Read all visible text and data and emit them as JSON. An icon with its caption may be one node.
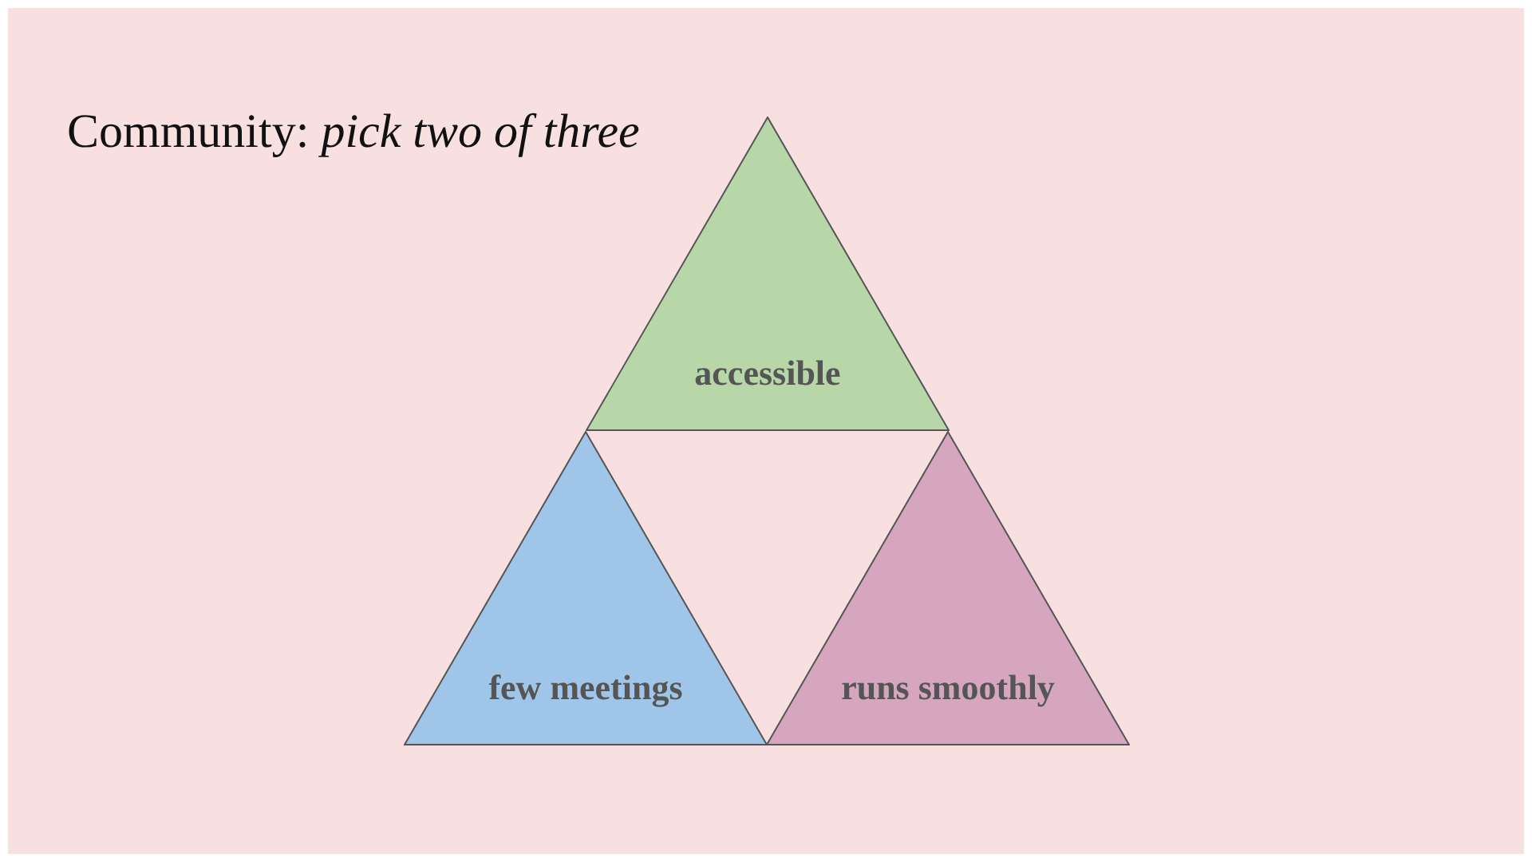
{
  "diagram": {
    "title": "Community: *pick two of three*",
    "nodes": [
      {
        "text": [
          "accessible"
        ]
      },
      {
        "text": [
          "few meetings"
        ]
      },
      {
        "text": [
          "runs smoothly"
        ]
      }
    ]
  }
}
